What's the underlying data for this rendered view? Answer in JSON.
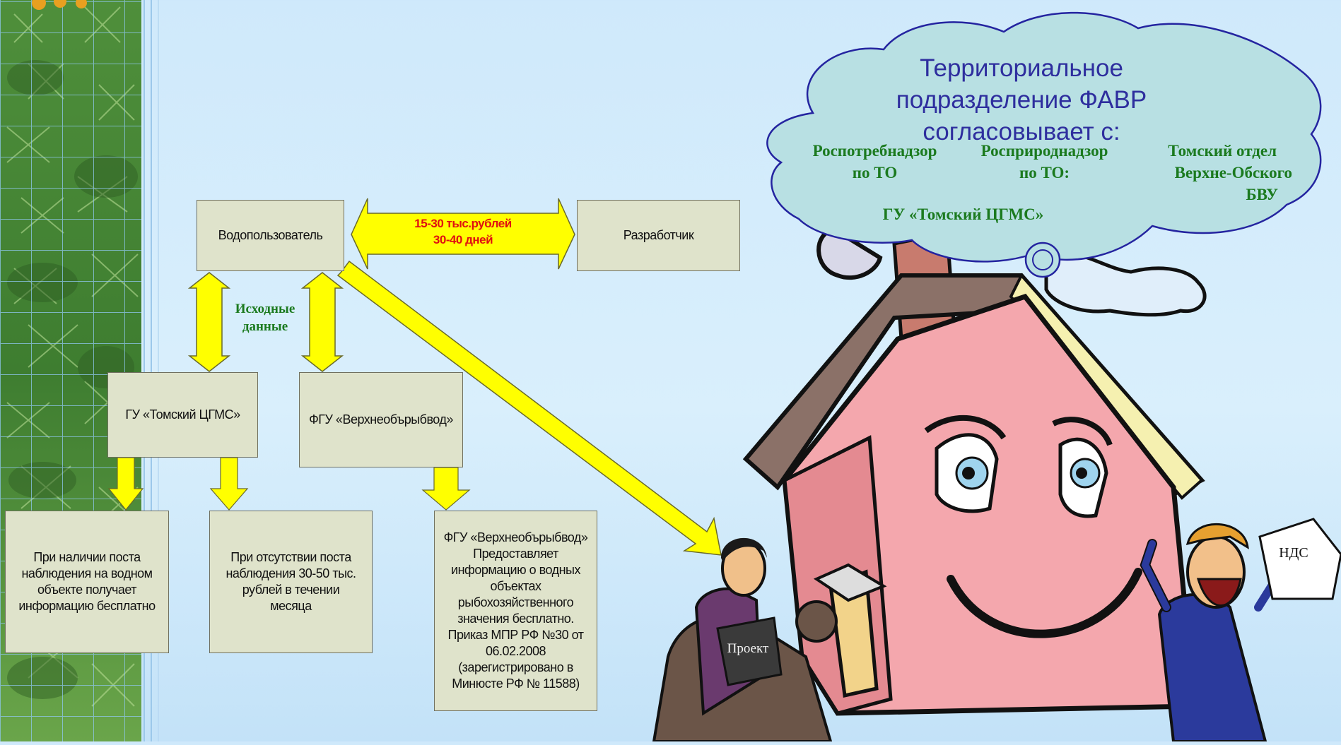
{
  "boxes": {
    "water_user": "Водопользователь",
    "developer": "Разработчик",
    "gu_tomsk": "ГУ «Томский ЦГМС»",
    "fgu": "ФГУ «Верхнеобърыбвод»",
    "post_yes": "При наличии поста наблюдения на водном объекте получает информацию бесплатно",
    "post_no": "При отсутствии поста наблюдения 30-50 тыс. рублей в течении месяца",
    "fgu_info": "ФГУ «Верхнеобърыбвод» Предоставляет информацию о водных объектах рыбохозяйственного значения бесплатно. Приказ МПР РФ №30 от 06.02.2008 (зарегистрировано в Минюсте РФ № 11588)"
  },
  "arrow_labels": {
    "cost_line1": "15-30 тыс.рублей",
    "cost_line2": "30-40 дней",
    "initial_data_line1": "Исходные",
    "initial_data_line2": "данные"
  },
  "cloud": {
    "title_line1": "Территориальное",
    "title_line2": "подразделение ФАВР",
    "title_line3": "согласовывает с:",
    "item1_line1": "Роспотребнадзор",
    "item1_line2": "по ТО",
    "item2_line1": "Росприроднадзор",
    "item2_line2": "по ТО:",
    "item3_line1": "Томский отдел",
    "item3_line2": "Верхне-Обского",
    "item3_line3": "БВУ",
    "item4": "ГУ «Томский ЦГМС»"
  },
  "illustration_labels": {
    "project": "Проект",
    "nds": "НДС"
  },
  "colors": {
    "arrow_fill": "#ffff00",
    "box_fill": "#dfe3cb",
    "cloud_fill": "#b8e0e3",
    "cloud_title": "#2e2e9e",
    "green_text": "#1b7a1f",
    "red_text": "#e01010"
  }
}
